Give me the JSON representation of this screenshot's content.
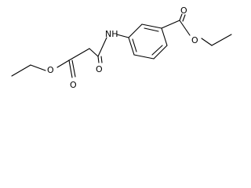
{
  "molecule": {
    "atoms": {
      "amide_nh": "NH",
      "amide_o": "O",
      "ester_left_carbonyl_o": "O",
      "ester_left_ether_o": "O",
      "ester_right_carbonyl_o": "O",
      "ester_right_ether_o": "O"
    }
  }
}
